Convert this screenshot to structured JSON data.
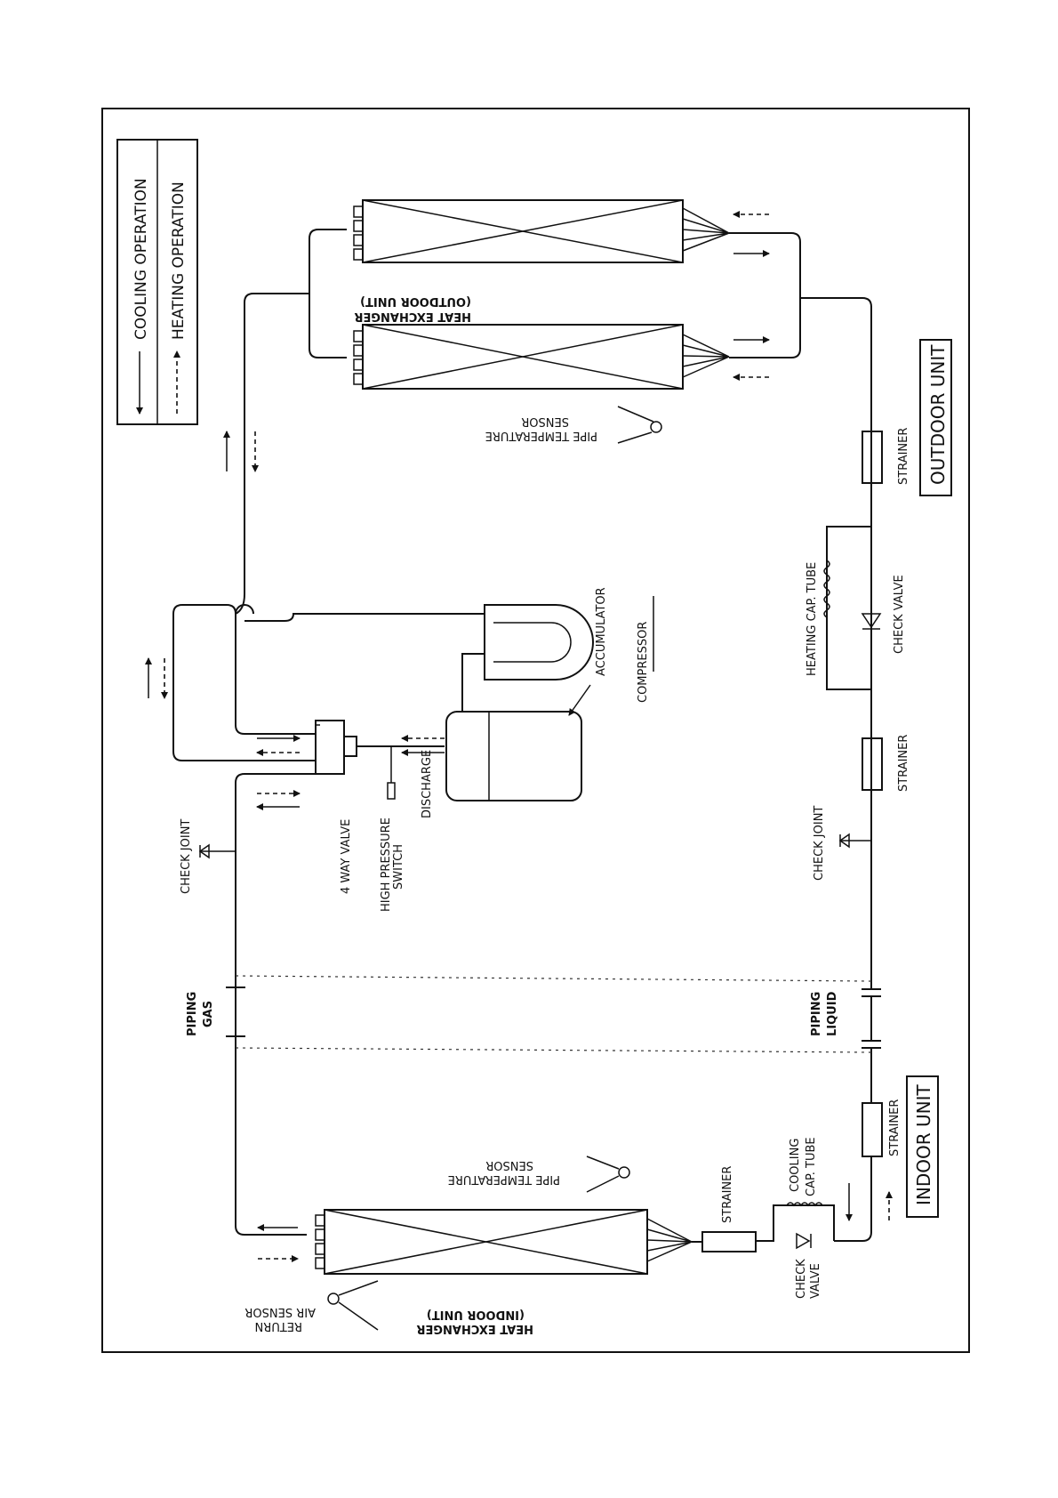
{
  "legend": {
    "cooling": "COOLING OPERATION",
    "heating": "HEATING OPERATION"
  },
  "outdoor": {
    "unit_label": "OUTDOOR UNIT",
    "hx_line1": "HEAT EXCHANGER",
    "hx_line2": "(OUTDOOR UNIT)",
    "pipe_sensor_line1": "PIPE TEMPERATURE",
    "pipe_sensor_line2": "SENSOR",
    "strainer_1": "STRAINER",
    "strainer_2": "STRAINER",
    "heating_cap_tube": "HEATING CAP. TUBE",
    "check_valve": "CHECK VALVE",
    "check_joint_liquid": "CHECK JOINT",
    "accumulator": "ACCUMULATOR",
    "compressor": "COMPRESSOR",
    "check_joint_gas": "CHECK JOINT",
    "four_way_valve": "4 WAY VALVE",
    "hp_switch_line1": "HIGH PRESSURE",
    "hp_switch_line2": "SWITCH",
    "discharge": "DISCHARGE"
  },
  "piping": {
    "gas_line1": "PIPING",
    "gas_line2": "GAS",
    "liquid_line1": "PIPING",
    "liquid_line2": "LIQUID"
  },
  "indoor": {
    "unit_label": "INDOOR UNIT",
    "hx_line1": "HEAT EXCHANGER",
    "hx_line2": "(INDOOR UNIT)",
    "pipe_sensor_line1": "PIPE TEMPERATURE",
    "pipe_sensor_line2": "SENSOR",
    "return_sensor_line1": "RETURN",
    "return_sensor_line2": "AIR SENSOR",
    "strainer_main": "STRAINER",
    "strainer_small": "STRAINER",
    "cooling_cap_line1": "COOLING",
    "cooling_cap_line2": "CAP. TUBE",
    "check_valve_line1": "CHECK",
    "check_valve_line2": "VALVE"
  }
}
